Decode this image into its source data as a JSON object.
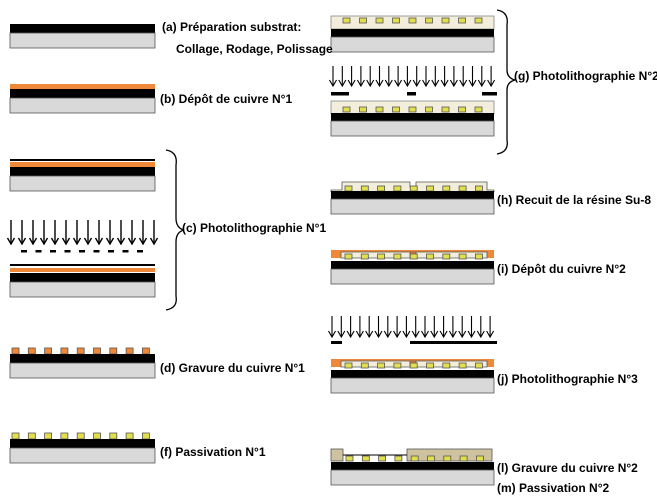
{
  "colors": {
    "substrate": "#d9d9d9",
    "black": "#000000",
    "copper": "#f0883a",
    "passivation": "#e2df4f",
    "su8": "#f2eedb",
    "passivation_m": "#cfc39f"
  },
  "steps": {
    "a": {
      "line1": "(a)    Préparation substrat:",
      "line2": "Collage, Rodage, Polissage"
    },
    "b": {
      "label": "(b) Dépôt de cuivre N°1"
    },
    "c": {
      "label": "(c) Photolithographie N°1"
    },
    "d": {
      "label": "(d) Gravure du cuivre N°1"
    },
    "f": {
      "label": "(f) Passivation N°1"
    },
    "g": {
      "label": "(g) Photolithographie N°2"
    },
    "h": {
      "label": "(h) Recuit de la résine Su-8"
    },
    "i": {
      "label": "(i) Dépôt du cuivre N°2"
    },
    "j": {
      "label": "(j) Photolithographie N°3"
    },
    "l": {
      "label": "(l) Gravure du cuivre  N°2"
    },
    "m": {
      "label": "(m) Passivation N°2"
    }
  }
}
